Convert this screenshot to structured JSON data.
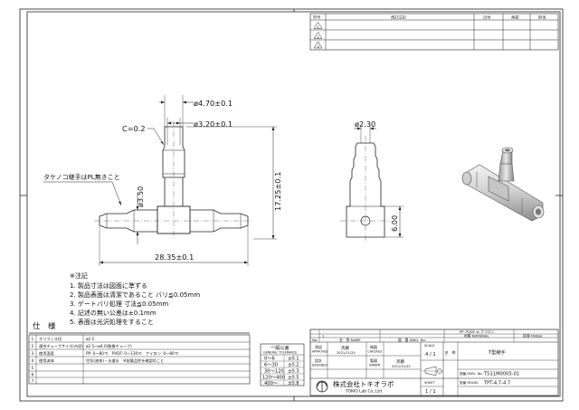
{
  "revision_table": {
    "headers": [
      "符号",
      "改訂注記",
      "日付",
      "承認",
      "担当"
    ],
    "rev_marks": [
      "1",
      "2",
      "3"
    ]
  },
  "dimensions": {
    "top_od": "ø4.70±0.1",
    "top_id": "ø3.20±0.1",
    "chamfer": "C=0.2",
    "note_label": "タケノコ継手はPL無きこと",
    "side_d": "ø3.50",
    "height": "17.25±0.1",
    "length": "28.35±0.1",
    "side_top": "ø2.30",
    "side_h": "6.00"
  },
  "notes": {
    "heading": "※注記",
    "lines": [
      "1. 製品寸法は図面に準ずる",
      "2. 製品表面は清潔であること バリ≦0.05mm",
      "3. ゲートバリ処理 寸法≦0.05mm",
      "4. 記述の無い公差は±0.1mm",
      "5. 表面は光沢処理をすること"
    ]
  },
  "spec": {
    "title": "仕　様",
    "rows": [
      {
        "no": "1",
        "item": "オリフィス径",
        "value": "ø2.5"
      },
      {
        "no": "2",
        "item": "適合チューブサイズ(内径)",
        "value": "ø2.5〜ø4.0(軟質チューブ)"
      },
      {
        "no": "3",
        "item": "使用温度",
        "value": "PP: 0〜80℃　PVDF: 0〜130℃　ナイロン: 0〜80℃"
      },
      {
        "no": "4",
        "item": "使用流体",
        "value": "空気(液体)・水道水　※耐薬品性を確認のこと"
      },
      {
        "no": "5",
        "item": "",
        "value": ""
      },
      {
        "no": "6",
        "item": "",
        "value": ""
      },
      {
        "no": "7",
        "item": "",
        "value": ""
      }
    ]
  },
  "tolerance": {
    "title": "一般公差",
    "subtitle": "GENERAL TOLERANCE",
    "rows": [
      {
        "range": "0〜6",
        "tol": "±0.1"
      },
      {
        "range": "6〜30",
        "tol": "±0.2"
      },
      {
        "range": "30〜120",
        "tol": "±0.3"
      },
      {
        "range": "120〜400",
        "tol": "±0.5"
      },
      {
        "range": "400〜",
        "tol": "±0.8"
      }
    ]
  },
  "title_block": {
    "material_label": "材質 MATERIAL",
    "material_value": "PP, PVDF or ナイロン",
    "finish_label": "処理 FINISH",
    "col_no": "No.",
    "col_name": "名　称 NAME",
    "col_drawing": "図　番 DWG. No.",
    "row1_no": "1",
    "approved_label": "承認",
    "approved_en": "APPROVED",
    "checked_label": "検図",
    "checked_en": "CHECKED",
    "designed_label": "設計",
    "designed_en": "DESIGNED",
    "drawn_label": "製図",
    "drawn_en": "DRAWN",
    "stamp_name": "斉藤",
    "date1": "2021/11/25",
    "date2": "2021/11/25",
    "scale_label": "SCALE",
    "scale_value": "4 / 1",
    "sheet_label": "SHEET",
    "sheet_value": "1 / 1",
    "name_label": "名　称",
    "name_value": "T型継手",
    "dwg_label": "図番 DWG. No.",
    "dwg_value": "T511M0005-01",
    "model_label": "型番 MODEL",
    "model_value": "TPT-4.7-4.7",
    "company": "株式会社トキオラボ",
    "company_en": "TOKIO Lab Co.,Ltd."
  }
}
